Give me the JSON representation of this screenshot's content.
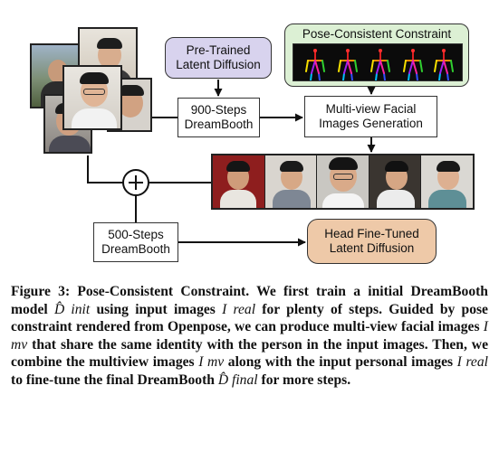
{
  "boxes": {
    "pretrained": "Pre-Trained\nLatent Diffusion",
    "pose_title": "Pose-Consistent Constraint",
    "dreambooth900": "900-Steps\nDreamBooth",
    "multiview": "Multi-view Facial\nImages Generation",
    "dreambooth500": "500-Steps\nDreamBooth",
    "headfinetuned": "Head Fine-Tuned\nLatent Diffusion",
    "plus_symbol": "+"
  },
  "caption": {
    "label": "Figure 3: Pose-Consistent Constraint.",
    "t1": " We first train a initial DreamBooth model ",
    "m1": "D̂ init",
    "t2": " using input images ",
    "m2": "I real",
    "t3": " for plenty of steps. Guided by pose constraint rendered from Openpose, we can produce multi-view facial images ",
    "m3": "I mv",
    "t4": " that share the same identity with the person in the input images. Then, we combine the multiview images ",
    "m4": "I mv",
    "t5": " along with the input personal images ",
    "m5": "I real",
    "t6": " to fine-tune the final DreamBooth ",
    "m6": "D̂ final",
    "t7": " for more steps."
  },
  "colors": {
    "purple_box": "#d8d3ee",
    "green_box": "#dcf0d4",
    "tan_box": "#eec9a8",
    "pose_background": "#0b0b0b"
  },
  "icons": [
    "plus-circle-icon",
    "arrow-icon"
  ]
}
